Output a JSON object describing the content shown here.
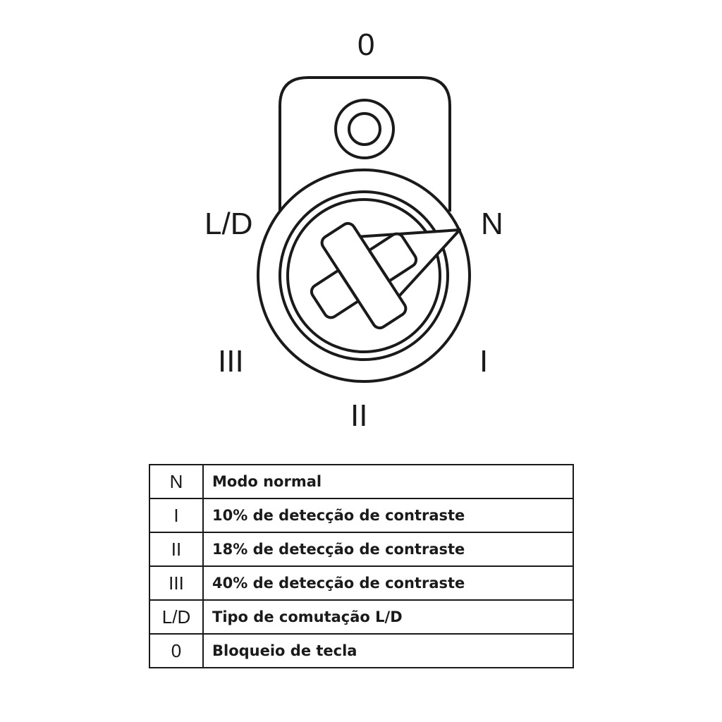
{
  "dial": {
    "labels": {
      "top": "0",
      "upper_left": "L/D",
      "upper_right": "N",
      "lower_left": "III",
      "lower_right": "I",
      "bottom": "II"
    },
    "pointer_position": "N"
  },
  "legend": {
    "rows": [
      {
        "code": "N",
        "description": "Modo normal"
      },
      {
        "code": "I",
        "description": "10% de detecção de contraste"
      },
      {
        "code": "II",
        "description": "18% de detecção de contraste"
      },
      {
        "code": "III",
        "description": "40% de detecção de contraste"
      },
      {
        "code": "L/D",
        "description": "Tipo de comutação L/D"
      },
      {
        "code": "0",
        "description": "Bloqueio de tecla"
      }
    ]
  },
  "colors": {
    "line": "#1a1a1a",
    "background": "#ffffff"
  }
}
